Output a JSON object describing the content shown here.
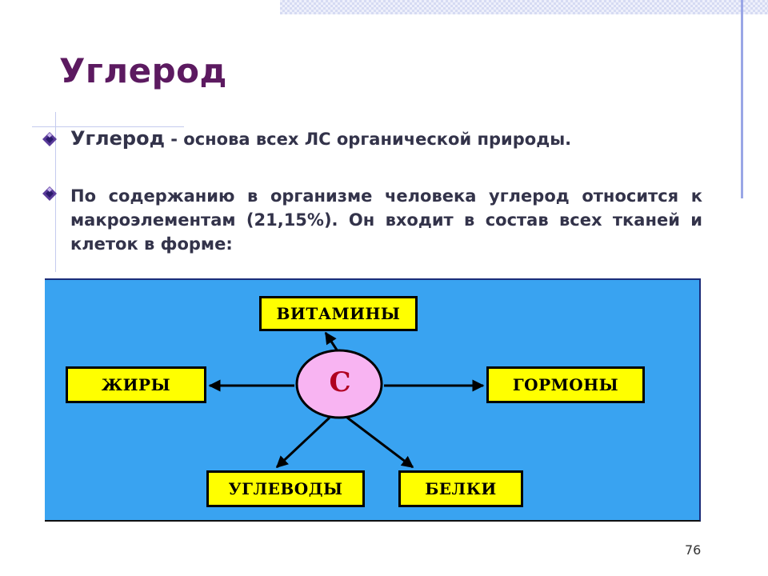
{
  "slide": {
    "title": "Углерод",
    "bullets": [
      {
        "term": "Углерод",
        "text": " - основа всех ЛС органической природы."
      },
      {
        "text": "По содержанию в организме человека углерод относится к макроэлементам (21,15%). Он входит в состав всех тканей и клеток в форме:"
      }
    ],
    "diagram": {
      "center": "С",
      "items": {
        "top": "ВИТАМИНЫ",
        "left": "ЖИРЫ",
        "right": "ГОРМОНЫ",
        "bottom_left": "УГЛЕВОДЫ",
        "bottom_right": "БЕЛКИ"
      }
    },
    "page_number": "76"
  },
  "colors": {
    "title": "#5c1a60",
    "diagram_background": "#39a3f1",
    "box_fill": "#ffff00",
    "center_fill": "#f8b4f2",
    "center_text": "#b00020"
  },
  "icons": {
    "bullet": "diamond-bullet-icon",
    "arrow": "arrow-icon"
  }
}
